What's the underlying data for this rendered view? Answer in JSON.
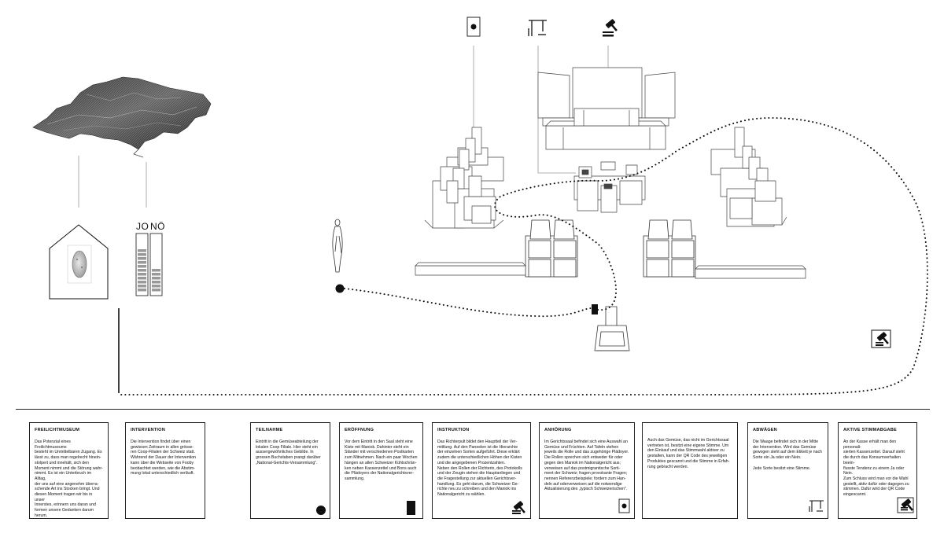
{
  "vote_labels": {
    "yes": "JO",
    "no": "NÖ"
  },
  "icons": {
    "top": [
      "postcard-circle-icon",
      "scale-icon",
      "gavel-icon"
    ],
    "entrance_marker": "circle-marker-icon",
    "checkout_marker": "black-bar-marker-icon",
    "final_vote": "gavel-icon"
  },
  "cards": [
    {
      "title": "FREILICHTMUSEUM",
      "text": "Das Potenzial eines Freilichtmuseums\nbesteht im Unmittelbaren Zugang. Es\nlässt zu, dass man regelrecht hinein-\nstolpert und innehält, sich den\nMoment nimmt und die Störung wahr-\nnimmt. Es ist ein Unterbruch im Alltag,\nder uns auf eine angenehm überra-\nschende Art ins Stocken bringt. Und\ndiesen Moment tragen wir bis in unser\nInnerstes, erinnern uns daran und\nformen unsere Gedanken darum\nherum."
    },
    {
      "title": "INTERVENTION",
      "text": "Die Intervention findet über einen\ngewissen Zeitraum in allen grösse-\nren Coop-Filialen der Schweiz statt.\nWährend der Dauer der Intervention\nkann über die Webseite von Fooby\nbeobachtet werden, wie die Abstim-\nmung lokal unterschiedlich verläuft."
    },
    {
      "title": "TEILNAHME",
      "text": "Eintritt in die Gemüseabteilung der\nlokalen Coop Filiale. Hier steht ein\naussergewöhnliches Gebilde. In\ngrossen Buchstaben prangt darüber\n„National-Gerichts-Versammlung\"."
    },
    {
      "title": "ERÖFFNUNG",
      "text": "Vor dem Eintritt in den Saal steht eine\nKiste mit Maniok. Dahinter steht ein\nStänder mit verschiedenen Postkarten\nzum Mitnehmen. Nach ein paar Wochen\nhängen an allen Schweizer Kühlschrän-\nken neben Kassenzettel und Bons auch\ndie Plädoyers der Nationalgerichtsver-\nsammlung."
    },
    {
      "title": "INSTRUKTION",
      "text": "Das Richterpult bildet den Hauptteil der Ver-\nmittlung. Auf den Paneelen ist die Hierarchie\nder einzelnen Sorten aufgeführt. Diese erklärt\nzudem die unterschiedlichen Höhen der Kisten\nund die angegebenen Prozentzahlen.\nNeben den Rollen der Richterin, des Protokolls\nund der Zeugin stehen die Hauptanliegen und\ndie Fragestellung zur aktuellen Gerichtsver-\nhandlung. Es geht darum, die Schweizer Ge-\nrichte neu zu schreiben und den Maniok ins\nNationalgericht zu wählen."
    },
    {
      "title": "ANHÖRUNG",
      "text": "Im Gerichtssaal befindet sich eine Auswahl an\nGemüse und Früchten. Auf Tafeln stehen\njeweils die Rolle und das zugehörige Plädoyer.\nDie Rollen sprechen sich entweder für oder\ngegen den Maniok im Nationalgericht aus;\nverweisen auf das postmigrantische Sorti-\nment der Schweiz; fragen provokante Fragen;\nnennen Referenzbeispiele; fordern zum Han-\ndeln auf oderverweisen auf die notwendige\nAktualisierung des „typisch Schweizerischen\"."
    },
    {
      "title": "",
      "text": "Auch das Gemüse, das nicht im Gerichtssaal\nvertreten ist, besitzt eine eigene Stimme. Um\nden Einkauf und das Stimmwahl aktiver zu\ngestalten, kann der QR Code des jeweiligen\nProduktes gescannt und die Stimme in Erfah-\nrung gebracht werden."
    },
    {
      "title": "ABWÄGEN",
      "text": "Die Waage befindet sich in der Mitte\nder Intervention. Wird das Gemüse\ngewogen steht auf dem Etikett je nach\nSorte ein Ja oder ein Nein.",
      "extra": "Jede Sorte besitzt eine Stimme."
    },
    {
      "title": "AKTIVE STIMMABGABE",
      "text": "An der Kasse erhält man den personali-\nsierten Kassenzettel. Darauf steht\ndie durch das Konsumverhalten beein-\nflusste Tendenz zu einem Ja oder Nein.\nZum Schluss wird man vor die Wahl\ngestellt, aktiv dafür oder dagegen zu\nstimmen. Dafür wird der QR Code\neingescannt."
    }
  ]
}
